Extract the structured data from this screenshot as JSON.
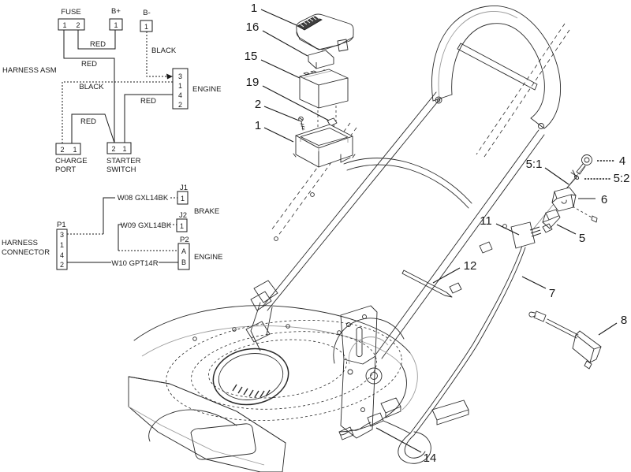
{
  "diagram": {
    "colors": {
      "line": "#1a1a1a",
      "gray": "#9a9a9a",
      "background": "#ffffff"
    },
    "wiring": {
      "harness_asm_label": "HARNESS ASM",
      "fuse": {
        "label": "FUSE",
        "pins": [
          "1",
          "2"
        ]
      },
      "b_plus": {
        "label": "B+",
        "pins": [
          "1"
        ]
      },
      "b_minus": {
        "label": "B-",
        "pins": [
          "1"
        ]
      },
      "engine": {
        "label": "ENGINE",
        "pins": [
          "3",
          "1",
          "4",
          "2"
        ]
      },
      "charge_port": {
        "label_line1": "CHARGE",
        "label_line2": "PORT",
        "pins": [
          "2",
          "1"
        ]
      },
      "starter_switch": {
        "label_line1": "STARTER",
        "label_line2": "SWITCH",
        "pins": [
          "2",
          "1"
        ]
      },
      "wire_labels": {
        "red1": "RED",
        "red2": "RED",
        "black1": "BLACK",
        "black2": "BLACK",
        "red3": "RED",
        "red4": "RED"
      }
    },
    "harness_connector": {
      "label_line1": "HARNESS",
      "label_line2": "CONNECTOR",
      "p1": {
        "label": "P1",
        "pins": [
          "3",
          "1",
          "4",
          "2"
        ]
      },
      "j1": {
        "label": "J1",
        "pins": [
          "1"
        ]
      },
      "j2": {
        "label": "J2",
        "pins": [
          "1"
        ]
      },
      "p2": {
        "label": "P2",
        "pins": [
          "A",
          "B"
        ]
      },
      "brake_label": "BRAKE",
      "engine_label": "ENGINE",
      "wires": {
        "w08": "W08 GXL14BK",
        "w09": "W09 GXL14BK",
        "w10": "W10 GPT14R"
      }
    },
    "callouts": [
      {
        "label": "1"
      },
      {
        "label": "16"
      },
      {
        "label": "15"
      },
      {
        "label": "19"
      },
      {
        "label": "2"
      },
      {
        "label": "1"
      },
      {
        "label": "4"
      },
      {
        "label": "5:1"
      },
      {
        "label": "5:2"
      },
      {
        "label": "6"
      },
      {
        "label": "11"
      },
      {
        "label": "5"
      },
      {
        "label": "12"
      },
      {
        "label": "7"
      },
      {
        "label": "8"
      },
      {
        "label": "14"
      }
    ]
  }
}
